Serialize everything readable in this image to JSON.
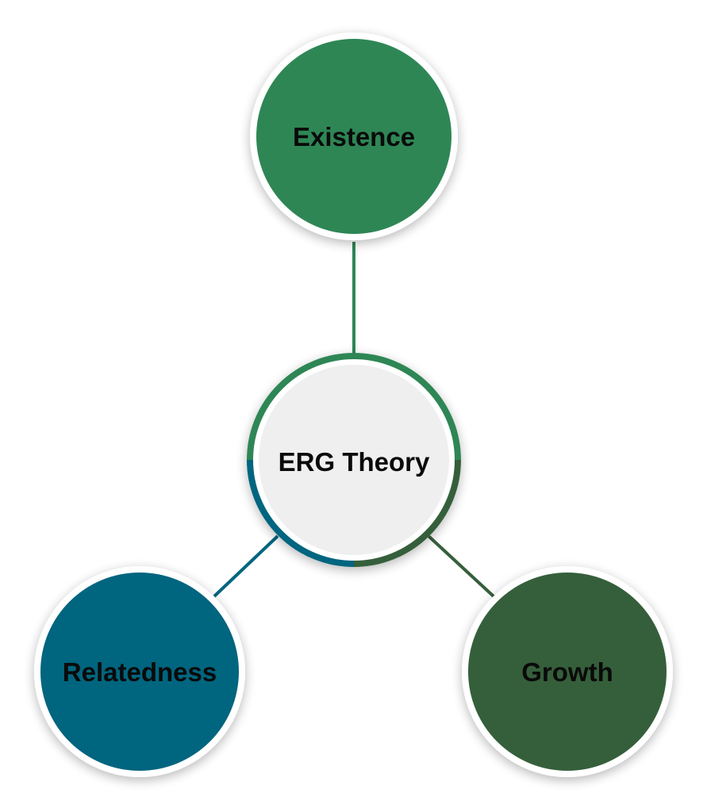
{
  "diagram": {
    "center": {
      "label": "ERG Theory"
    },
    "nodes": [
      {
        "id": "existence",
        "label": "Existence",
        "color": "#2e8655"
      },
      {
        "id": "relatedness",
        "label": "Relatedness",
        "color": "#02657f"
      },
      {
        "id": "growth",
        "label": "Growth",
        "color": "#365f3b"
      }
    ],
    "colors": {
      "center_fill": "#efefef",
      "node_border": "#ffffff",
      "text": "#0a0a0a"
    }
  }
}
